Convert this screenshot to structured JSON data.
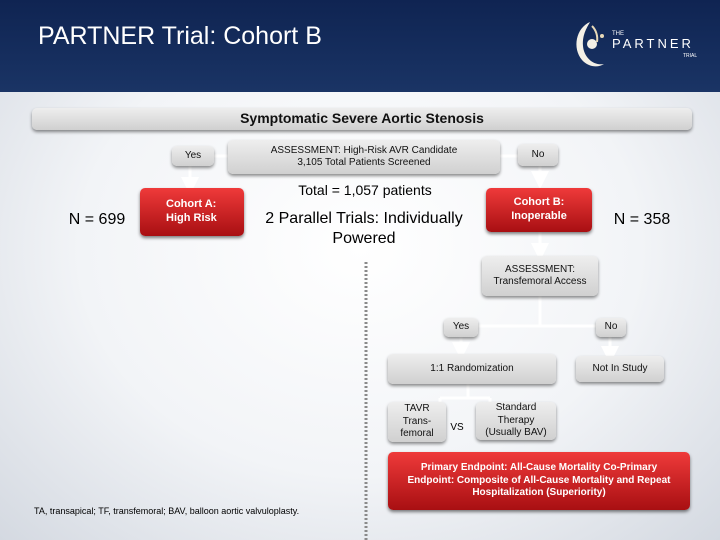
{
  "slide": {
    "title": "PARTNER Trial: Cohort B",
    "logo": {
      "small_text": "THE",
      "main_text": "PARTNER",
      "sub_text": "TRIAL"
    }
  },
  "diagram": {
    "root": "Symptomatic Severe Aortic Stenosis",
    "assessment1": "ASSESSMENT: High-Risk AVR Candidate 3,105 Total Patients Screened",
    "yes1": "Yes",
    "no1": "No",
    "total": "Total = 1,057 patients",
    "parallel": "2 Parallel Trials: Individually Powered",
    "cohort_a": "Cohort A: High Risk",
    "cohort_b": "Cohort B: Inoperable",
    "n_a": "N = 699",
    "n_b": "N = 358",
    "assessment2": "ASSESSMENT: Transfemoral Access",
    "yes2": "Yes",
    "no2": "No",
    "randomization": "1:1 Randomization",
    "not_in_study": "Not In Study",
    "tavr": "TAVR Trans-femoral",
    "vs": "VS",
    "standard": "Standard Therapy (Usually BAV)",
    "endpoint": "Primary Endpoint: All-Cause Mortality Co-Primary Endpoint: Composite of All-Cause Mortality and Repeat Hospitalization (Superiority)",
    "footnote": "TA, transapical; TF, transfemoral; BAV, balloon aortic valvuloplasty."
  },
  "colors": {
    "header_bg": "#1a3465",
    "red_box": "#c8161b",
    "grey_box": "#d8d8d8",
    "connector": "#ffffff"
  }
}
